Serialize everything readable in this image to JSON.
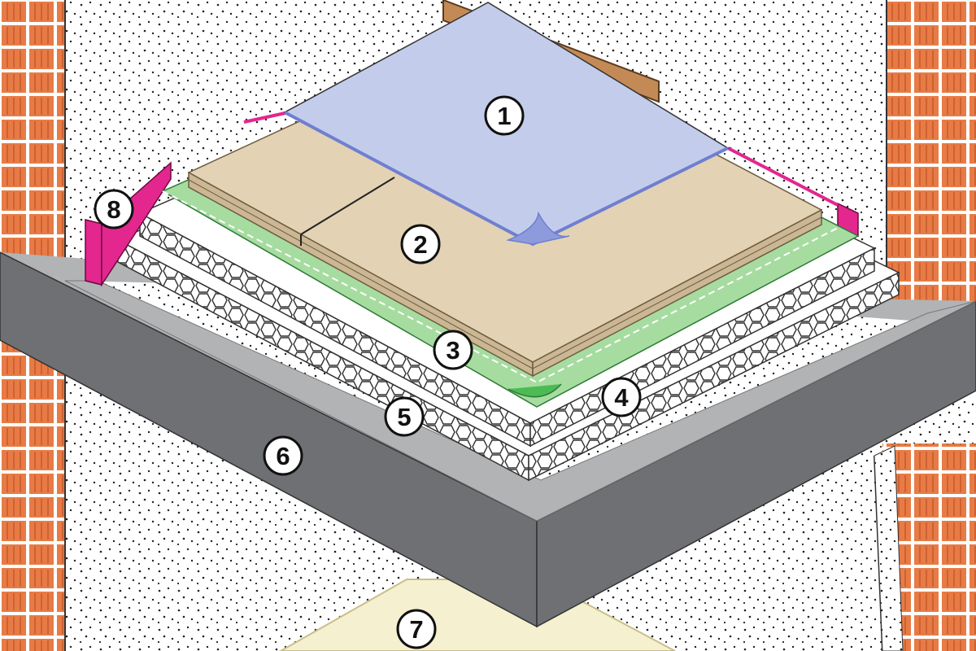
{
  "diagram": {
    "kind": "isometric floor layer build-up",
    "colors": {
      "finish_layer": "#c3cdeb",
      "finish_edge": "#6f7fd0",
      "board_layer": "#e3d2b3",
      "board_edge": "#a99578",
      "membrane_layer": "#a7dca0",
      "membrane_edge": "#4dbb55",
      "insulation_layer": "#ffffff",
      "slab_top": "#b1b3b5",
      "slab_side": "#6e7073",
      "ceiling_panel": "#f5f0cf",
      "edge_strip": "#e4268f",
      "brick": "#e87b45",
      "brick_mortar": "#ffffff",
      "wall_plaster": "#ffffff",
      "wall_stipple": "#222222",
      "timber": "#c48a55"
    },
    "callouts": [
      {
        "id": "finish-layer",
        "label": "1"
      },
      {
        "id": "board-layer",
        "label": "2"
      },
      {
        "id": "membrane-layer",
        "label": "3"
      },
      {
        "id": "upper-insulation-layer",
        "label": "4"
      },
      {
        "id": "lower-insulation-layer",
        "label": "5"
      },
      {
        "id": "concrete-slab",
        "label": "6"
      },
      {
        "id": "ceiling-panel",
        "label": "7"
      },
      {
        "id": "edge-strip",
        "label": "8"
      }
    ]
  }
}
